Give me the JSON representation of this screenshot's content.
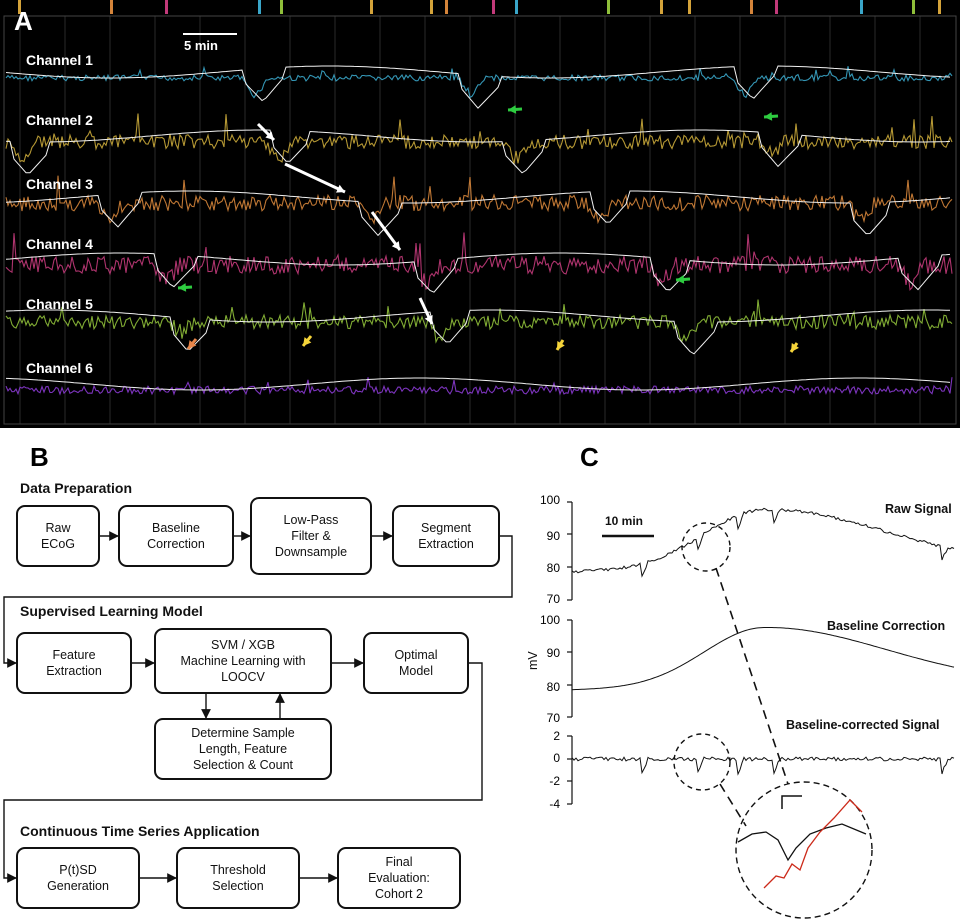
{
  "panel_a": {
    "label": "A",
    "scale_label": "5 min",
    "channels": [
      {
        "name": "Channel 1",
        "color": "#3aa6c9"
      },
      {
        "name": "Channel 2",
        "color": "#c9a83a"
      },
      {
        "name": "Channel 3",
        "color": "#d4843a"
      },
      {
        "name": "Channel 4",
        "color": "#c23a7a"
      },
      {
        "name": "Channel 5",
        "color": "#8fbf3a"
      },
      {
        "name": "Channel 6",
        "color": "#8a3ad1"
      }
    ]
  },
  "panel_b": {
    "label": "B",
    "sections": {
      "prep": "Data Preparation",
      "supervised": "Supervised Learning Model",
      "continuous": "Continuous Time Series Application"
    },
    "boxes": {
      "raw": "Raw\nECoG",
      "baseline": "Baseline\nCorrection",
      "lowpass": "Low-Pass\nFilter &\nDownsample",
      "segment": "Segment\nExtraction",
      "feature": "Feature\nExtraction",
      "svm": "SVM / XGB\nMachine Learning with\nLOOCV",
      "optimal": "Optimal\nModel",
      "determine": "Determine Sample\nLength, Feature\nSelection & Count",
      "ptsd": "P(t)SD\nGeneration",
      "threshold": "Threshold\nSelection",
      "final": "Final\nEvaluation:\nCohort 2"
    }
  },
  "panel_c": {
    "label": "C",
    "scale_label": "10 min",
    "y_unit": "mV",
    "traces": {
      "raw": "Raw Signal",
      "baseline": "Baseline Correction",
      "corrected": "Baseline-corrected Signal"
    },
    "axes": {
      "raw_ticks": [
        "100",
        "90",
        "80",
        "70"
      ],
      "baseline_ticks": [
        "100",
        "90",
        "80",
        "70"
      ],
      "corrected_ticks": [
        "2",
        "0",
        "-2",
        "-4"
      ]
    },
    "inset_color": "#cc2a1a"
  }
}
